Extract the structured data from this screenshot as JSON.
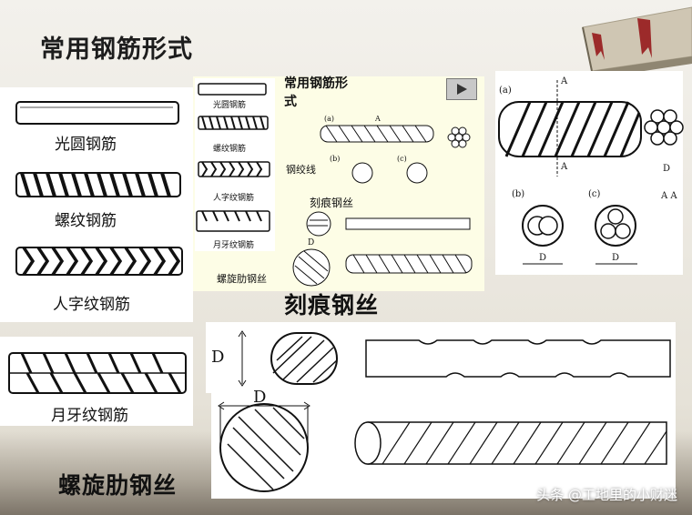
{
  "slide_title": "常用钢筋形式",
  "left_panel": {
    "plain_round": "光圆钢筋",
    "threaded": "螺纹钢筋",
    "herringbone": "人字纹钢筋",
    "crescent": "月牙纹钢筋"
  },
  "middle_panel": {
    "header": "常用钢筋形\n式",
    "thumb_plain": "光圆钢筋",
    "thumb_threaded": "螺纹钢筋",
    "thumb_herring": "人字纹钢筋",
    "thumb_crescent": "月牙纹钢筋",
    "strand_label": "钢绞线",
    "indented_label": "刻痕钢丝",
    "spiral_label": "螺旋肋钢丝",
    "fig_a": "(a)",
    "fig_b": "(b)",
    "fig_c": "(c)",
    "mark_A": "A",
    "mark_D": "D"
  },
  "right_panel": {
    "fig_a": "(a)",
    "fig_b": "(b)",
    "fig_c": "(c)",
    "mark_A_top": "A",
    "mark_A_bottom": "A",
    "mark_AA": "A A",
    "mark_D1": "D",
    "mark_D2": "D",
    "mark_D3": "D"
  },
  "indented_wire_caption": "刻痕钢丝",
  "spiral_rib_caption": "螺旋肋钢丝",
  "dimension_D_vertical": "D",
  "dimension_D_horizontal": "D",
  "watermark": "头条 @工地里的小财迷"
}
